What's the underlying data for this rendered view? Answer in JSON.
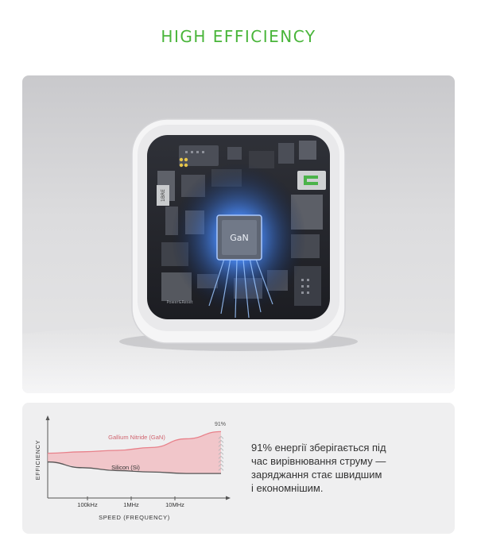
{
  "headline": "HIGH EFFICIENCY",
  "chip_label": "GaN",
  "board_labels": {
    "module_a": "1BRE",
    "module_b": "Power&Reset"
  },
  "description": "91% енергії зберігається під\nчас вирівнювання струму —\nзаряджання стає швидшим\nі економнішим.",
  "chart_data": {
    "type": "line",
    "xlabel": "SPEED  (FREQUENCY)",
    "ylabel": "EFFICIENCY",
    "x_ticks": [
      "100kHz",
      "1MHz",
      "10MHz"
    ],
    "series": [
      {
        "name": "Gallium Nitride (GaN)",
        "color": "#e8818a",
        "values": [
          0.76,
          0.77,
          0.78,
          0.8,
          0.86,
          0.91
        ]
      },
      {
        "name": "Silicon (Si)",
        "color": "#555555",
        "values": [
          0.7,
          0.66,
          0.64,
          0.63,
          0.62,
          0.62
        ]
      }
    ],
    "annotation": "91%",
    "grid": false,
    "legend": "inline"
  },
  "colors": {
    "accent": "#49b53a",
    "gan_fill": "#f2b8bd",
    "glow": "#4a8dff"
  }
}
